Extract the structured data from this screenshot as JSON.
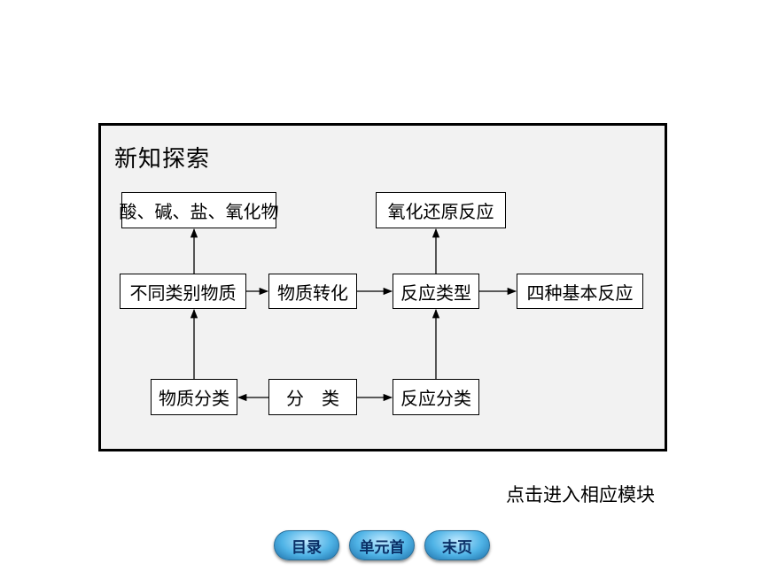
{
  "section_title": "新知探索",
  "nodes": {
    "acid_base_salt_oxide": "酸、碱、盐、氧化物",
    "redox_reaction": "氧化还原反应",
    "different_substances": "不同类别物质",
    "substance_conversion": "物质转化",
    "reaction_type": "反应类型",
    "four_basic_reactions": "四种基本反应",
    "substance_classification": "物质分类",
    "classification": "分　类",
    "reaction_classification": "反应分类"
  },
  "link_text": "点击进入相应模块",
  "nav": {
    "toc": "目录",
    "unit_first": "单元首",
    "last_page": "末页"
  }
}
